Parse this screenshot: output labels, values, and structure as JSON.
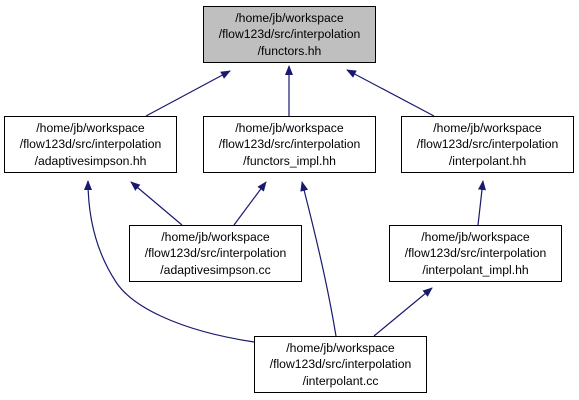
{
  "colors": {
    "edge": "#191970",
    "node_border": "#000000",
    "node_fill": "#ffffff",
    "highlight_fill": "#bfbfbf"
  },
  "nodes": [
    {
      "id": "functors_hh",
      "highlight": true,
      "lines": [
        "/home/jb/workspace",
        "/flow123d/src/interpolation",
        "/functors.hh"
      ]
    },
    {
      "id": "adaptivesimpson_hh",
      "highlight": false,
      "lines": [
        "/home/jb/workspace",
        "/flow123d/src/interpolation",
        "/adaptivesimpson.hh"
      ]
    },
    {
      "id": "functors_impl_hh",
      "highlight": false,
      "lines": [
        "/home/jb/workspace",
        "/flow123d/src/interpolation",
        "/functors_impl.hh"
      ]
    },
    {
      "id": "interpolant_hh",
      "highlight": false,
      "lines": [
        "/home/jb/workspace",
        "/flow123d/src/interpolation",
        "/interpolant.hh"
      ]
    },
    {
      "id": "adaptivesimpson_cc",
      "highlight": false,
      "lines": [
        "/home/jb/workspace",
        "/flow123d/src/interpolation",
        "/adaptivesimpson.cc"
      ]
    },
    {
      "id": "interpolant_impl_hh",
      "highlight": false,
      "lines": [
        "/home/jb/workspace",
        "/flow123d/src/interpolation",
        "/interpolant_impl.hh"
      ]
    },
    {
      "id": "interpolant_cc",
      "highlight": false,
      "lines": [
        "/home/jb/workspace",
        "/flow123d/src/interpolation",
        "/interpolant.cc"
      ]
    }
  ],
  "edges": [
    {
      "from": "adaptivesimpson_hh",
      "to": "functors_hh"
    },
    {
      "from": "functors_impl_hh",
      "to": "functors_hh"
    },
    {
      "from": "interpolant_hh",
      "to": "functors_hh"
    },
    {
      "from": "adaptivesimpson_cc",
      "to": "adaptivesimpson_hh"
    },
    {
      "from": "interpolant_cc",
      "to": "adaptivesimpson_hh"
    },
    {
      "from": "adaptivesimpson_cc",
      "to": "functors_impl_hh"
    },
    {
      "from": "interpolant_cc",
      "to": "functors_impl_hh"
    },
    {
      "from": "interpolant_impl_hh",
      "to": "interpolant_hh"
    },
    {
      "from": "interpolant_cc",
      "to": "interpolant_impl_hh"
    }
  ]
}
